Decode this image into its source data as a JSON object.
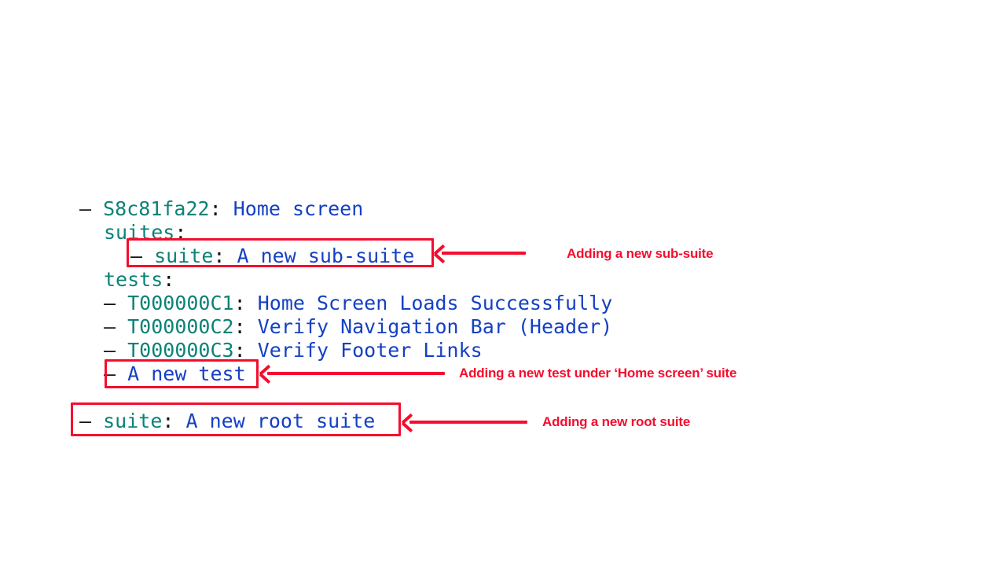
{
  "colors": {
    "key_teal": "#0b8276",
    "value_blue": "#1540c4",
    "punctuation": "#111111",
    "annotation_red": "#f50d2e",
    "background": "#ffffff"
  },
  "tree": {
    "root_suite": {
      "dash": "–",
      "id": "S8c81fa22",
      "colon": ":",
      "title": "Home screen"
    },
    "suites_key": "suites",
    "suites_colon": ":",
    "sub_suite": {
      "dash": "–",
      "key": "suite",
      "colon": ":",
      "value": "A new sub-suite"
    },
    "tests_key": "tests",
    "tests_colon": ":",
    "tests": [
      {
        "dash": "–",
        "id": "T000000C1",
        "colon": ":",
        "title": "Home Screen Loads Successfully"
      },
      {
        "dash": "–",
        "id": "T000000C2",
        "colon": ":",
        "title": "Verify Navigation Bar (Header)"
      },
      {
        "dash": "–",
        "id": "T000000C3",
        "colon": ":",
        "title": "Verify Footer Links"
      }
    ],
    "new_test": {
      "dash": "–",
      "title": "A new test"
    },
    "new_root_suite": {
      "dash": "–",
      "key": "suite",
      "colon": ":",
      "value": "A new root suite"
    }
  },
  "annotations": [
    {
      "id": "sub-suite",
      "text": "Adding a new sub-suite"
    },
    {
      "id": "new-test",
      "text": "Adding a new test under ‘Home screen’ suite"
    },
    {
      "id": "root-suite",
      "text": "Adding a new root suite"
    }
  ]
}
